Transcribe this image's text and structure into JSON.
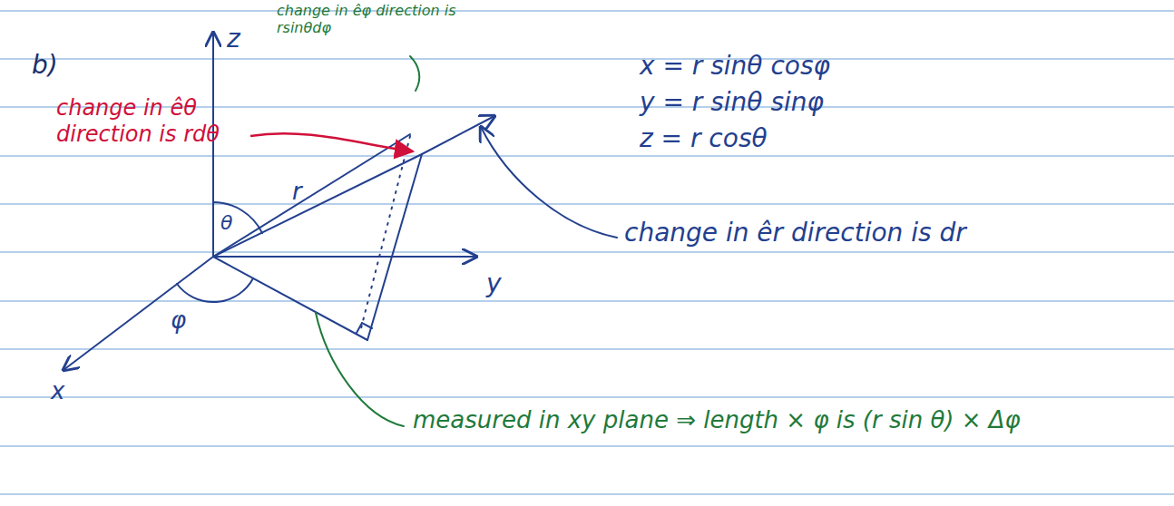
{
  "diagram": {
    "labels": [
      "b)",
      "z",
      "change in êφ direction is rsinθdφ",
      "change in êθ direction is rdθ",
      "x = r sinθ cosφ",
      "y = r sinθ sinφ",
      "z = r cosθ",
      "θ",
      "r",
      "change in êr direction is dr",
      "y",
      "φ",
      "x",
      "measured in xy plane ⇒ length × φ is (r sin θ) × Δφ"
    ]
  }
}
